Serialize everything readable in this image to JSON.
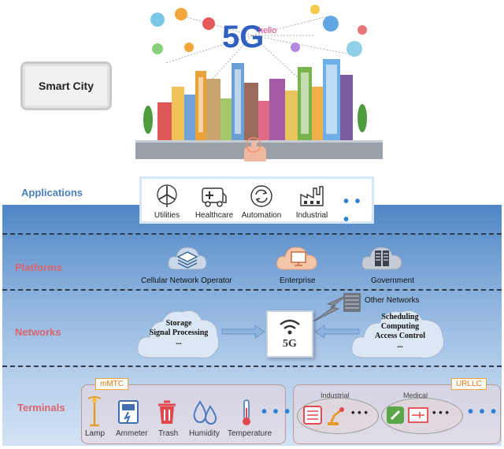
{
  "smart_city": {
    "label": "Smart City"
  },
  "layers": {
    "applications": "Applications",
    "platforms": "Platforms",
    "networks": "Networks",
    "terminals": "Terminals"
  },
  "city": {
    "logo": "5G",
    "sublabel": "hello"
  },
  "applications": {
    "items": [
      {
        "label": "Utilities",
        "icon": "wind-turbine-icon"
      },
      {
        "label": "Healthcare",
        "icon": "ambulance-icon"
      },
      {
        "label": "Automation",
        "icon": "automation-cycle-icon"
      },
      {
        "label": "Industrial",
        "icon": "factory-icon"
      }
    ],
    "more": "• • •"
  },
  "platforms": {
    "items": [
      {
        "label": "Cellular Network Operator",
        "icon": "layers-cloud-icon"
      },
      {
        "label": "Enterprise",
        "icon": "monitor-cloud-icon"
      },
      {
        "label": "Government",
        "icon": "server-cloud-icon"
      }
    ]
  },
  "networks": {
    "left_cloud": [
      "Storage",
      "Signal Processing",
      "..."
    ],
    "right_cloud": [
      "Scheduling",
      "Computing",
      "Access Control",
      "..."
    ],
    "center": "5G",
    "other": "Other Networks"
  },
  "terminals": {
    "mmtc_tag": "mMTC",
    "urllc_tag": "URLLC",
    "mmtc_items": [
      {
        "label": "Lamp",
        "icon": "street-lamp-icon"
      },
      {
        "label": "Ammeter",
        "icon": "ammeter-icon"
      },
      {
        "label": "Trash",
        "icon": "trash-can-icon"
      },
      {
        "label": "Humidity",
        "icon": "humidity-drops-icon"
      },
      {
        "label": "Temperature",
        "icon": "thermometer-icon"
      }
    ],
    "urllc_groups": [
      {
        "label": "Industrial"
      },
      {
        "label": "Medical"
      }
    ],
    "more": "• • •",
    "mini_more": "• • •"
  },
  "colors": {
    "accent_blue": "#4a7fc1",
    "label_red": "#d9646c",
    "tag_orange": "#e07a10"
  }
}
